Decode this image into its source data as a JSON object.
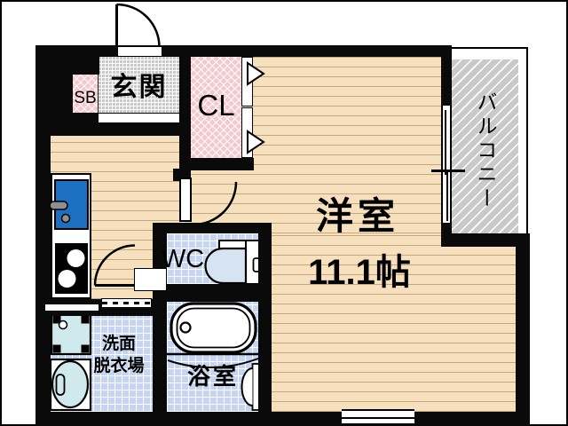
{
  "floorplan": {
    "labels": {
      "entrance": "玄関",
      "shoe_box": "SB",
      "closet": "CL",
      "balcony": "バルコニー",
      "main_room": "洋室",
      "main_room_size": "11.1帖",
      "toilet": "WC",
      "bathroom": "浴室",
      "washroom_line1": "洗面",
      "washroom_line2": "脱衣場"
    },
    "colors": {
      "wall": "#0a0a0a",
      "wood_floor": "#f7e0bd",
      "tile_floor": "#c6d6f2",
      "entrance_floor": "#c9c9c9",
      "closet_fill": "#f5c9ce",
      "balcony_fill": "#c9c9c9",
      "sink_blue": "#1d6fc2",
      "fixture_cyan": "#cfe9ec"
    }
  }
}
